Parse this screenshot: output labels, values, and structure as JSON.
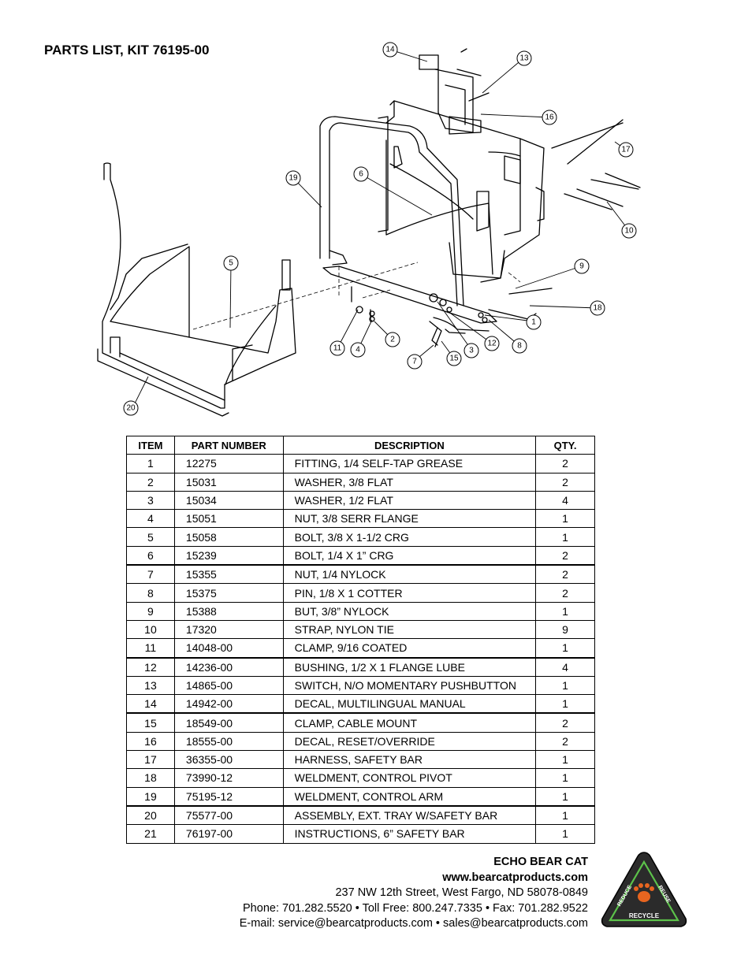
{
  "title": "PARTS LIST, KIT 76195-00",
  "callouts": [
    "14",
    "13",
    "16",
    "17",
    "19",
    "6",
    "10",
    "5",
    "9",
    "18",
    "1",
    "11",
    "4",
    "2",
    "12",
    "8",
    "3",
    "7",
    "15",
    "20"
  ],
  "table": {
    "headers": [
      "ITEM",
      "PART NUMBER",
      "DESCRIPTION",
      "QTY."
    ],
    "rows": [
      [
        "1",
        "12275",
        "FITTING, 1/4 SELF-TAP GREASE",
        "2"
      ],
      [
        "2",
        "15031",
        "WASHER, 3/8 FLAT",
        "2"
      ],
      [
        "3",
        "15034",
        "WASHER, 1/2 FLAT",
        "4"
      ],
      [
        "4",
        "15051",
        "NUT, 3/8 SERR FLANGE",
        "1"
      ],
      [
        "5",
        "15058",
        "BOLT, 3/8 X 1-1/2 CRG",
        "1"
      ],
      [
        "6",
        "15239",
        "BOLT, 1/4 X 1” CRG",
        "2"
      ],
      [
        "7",
        "15355",
        "NUT, 1/4 NYLOCK",
        "2"
      ],
      [
        "8",
        "15375",
        "PIN, 1/8 X 1 COTTER",
        "2"
      ],
      [
        "9",
        "15388",
        "BUT, 3/8” NYLOCK",
        "1"
      ],
      [
        "10",
        "17320",
        "STRAP, NYLON TIE",
        "9"
      ],
      [
        "11",
        "14048-00",
        "CLAMP, 9/16 COATED",
        "1"
      ],
      [
        "12",
        "14236-00",
        "BUSHING, 1/2 X 1 FLANGE LUBE",
        "4"
      ],
      [
        "13",
        "14865-00",
        "SWITCH, N/O MOMENTARY PUSHBUTTON",
        "1"
      ],
      [
        "14",
        "14942-00",
        "DECAL, MULTILINGUAL MANUAL",
        "1"
      ],
      [
        "15",
        "18549-00",
        "CLAMP, CABLE MOUNT",
        "2"
      ],
      [
        "16",
        "18555-00",
        "DECAL, RESET/OVERRIDE",
        "2"
      ],
      [
        "17",
        "36355-00",
        "HARNESS, SAFETY BAR",
        "1"
      ],
      [
        "18",
        "73990-12",
        "WELDMENT, CONTROL PIVOT",
        "1"
      ],
      [
        "19",
        "75195-12",
        "WELDMENT, CONTROL ARM",
        "1"
      ],
      [
        "20",
        "75577-00",
        "ASSEMBLY, EXT. TRAY W/SAFETY BAR",
        "1"
      ],
      [
        "21",
        "76197-00",
        "INSTRUCTIONS, 6” SAFETY BAR",
        "1"
      ]
    ]
  },
  "footer": {
    "company": "ECHO BEAR CAT",
    "website": "www.bearcatproducts.com",
    "address": "237 NW 12th Street, West Fargo, ND 58078-0849",
    "phone_line": "Phone: 701.282.5520 • Toll Free: 800.247.7335 • Fax: 701.282.9522",
    "email_line": "E-mail: service@bearcatproducts.com • sales@bearcatproducts.com"
  },
  "logo": {
    "words": [
      "REDUCE",
      "REUSE",
      "RECYCLE"
    ],
    "colors": {
      "triangle": "#2b2b2b",
      "arrows": "#5cc24a",
      "paw": "#e8651f"
    }
  }
}
